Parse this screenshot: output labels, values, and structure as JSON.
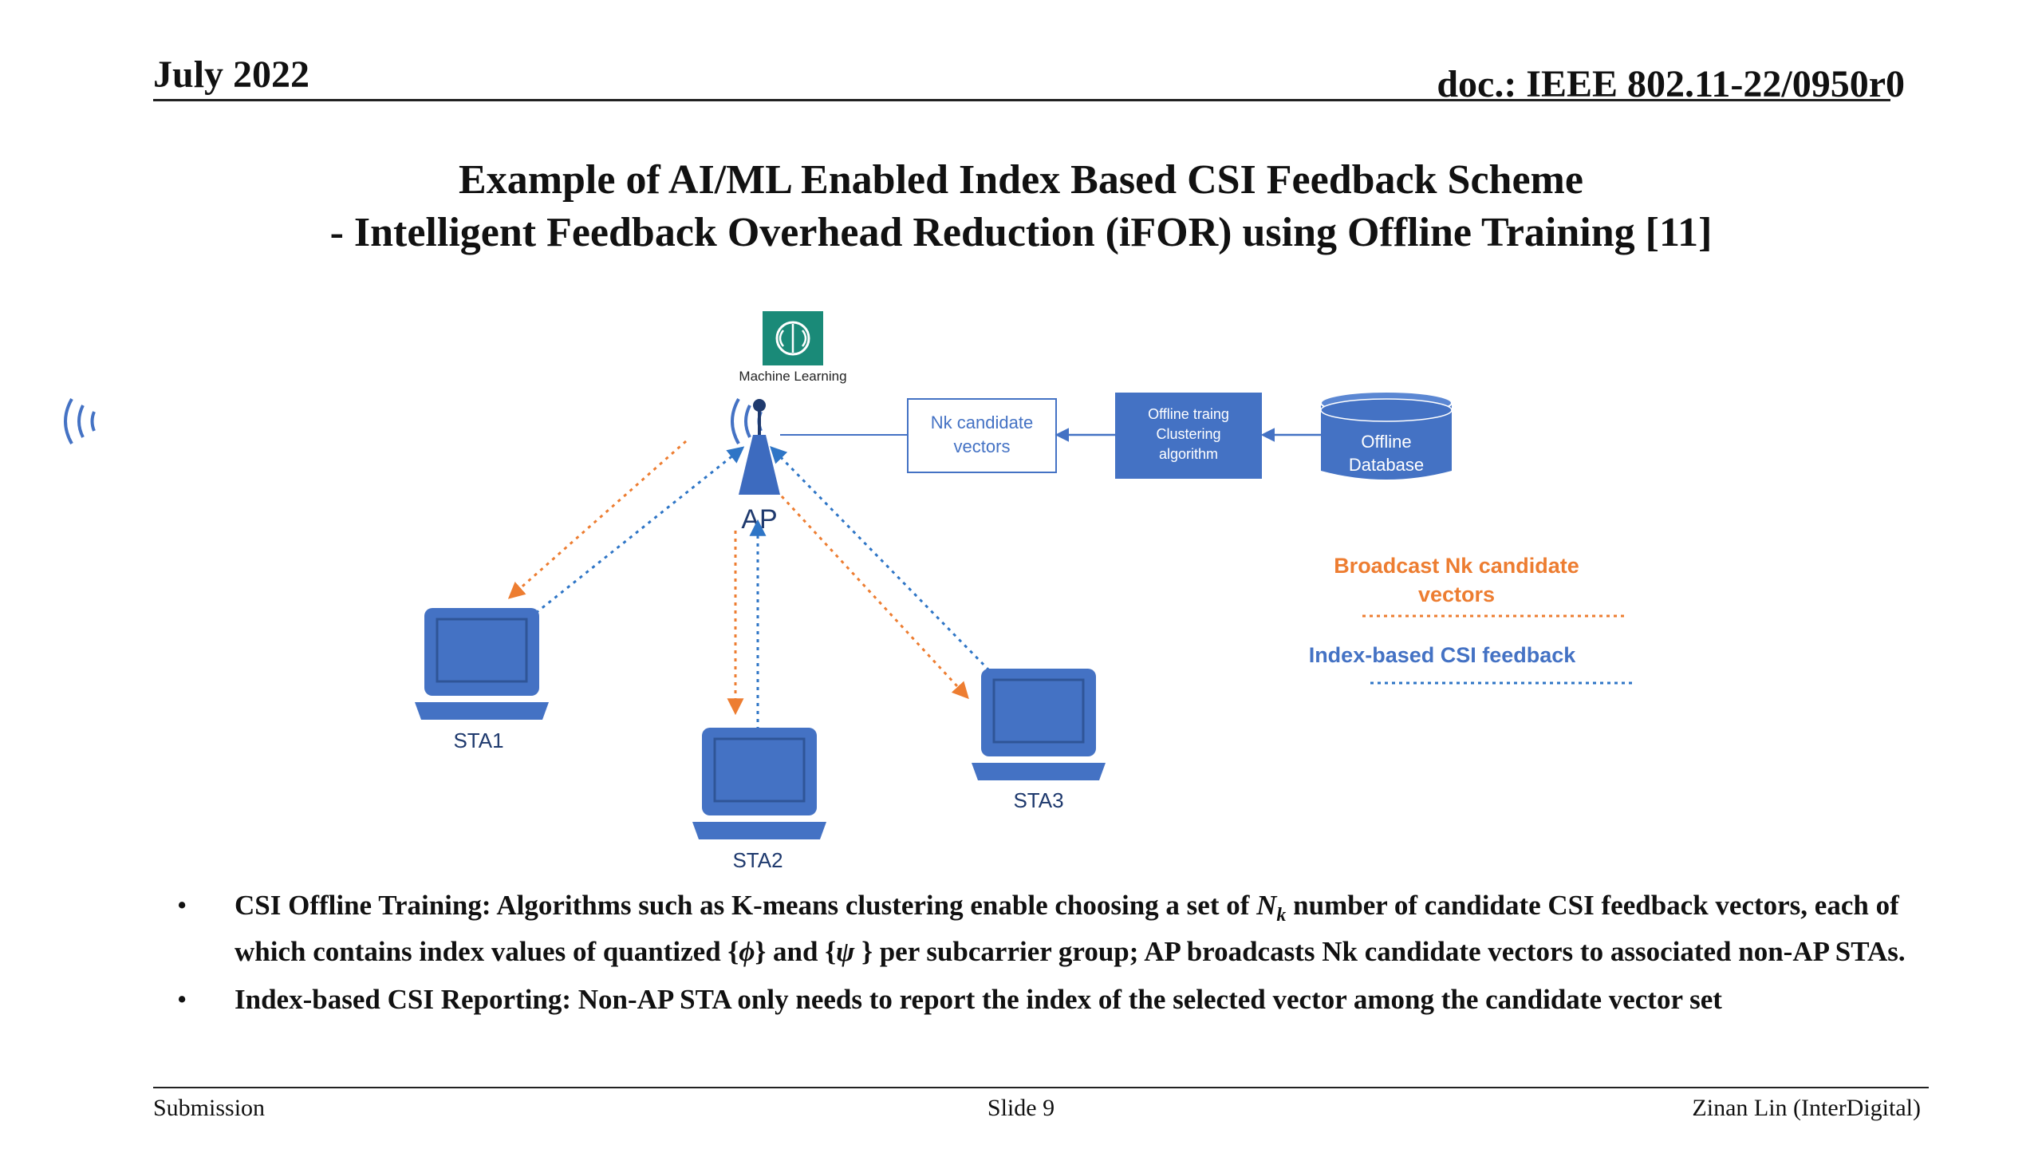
{
  "header": {
    "date": "July 2022",
    "doc_id": "doc.: IEEE 802.11-22/0950r0"
  },
  "title": {
    "line1": "Example of AI/ML Enabled Index Based CSI Feedback Scheme",
    "line2": "- Intelligent Feedback Overhead Reduction (iFOR)  using Offline Training [11]"
  },
  "diagram": {
    "ml_label": "Machine Learning",
    "ap_label": "AP",
    "candidate_box": [
      "Nk candidate",
      "vectors"
    ],
    "training_box": [
      "Offline traing",
      "Clustering",
      "algorithm"
    ],
    "database": [
      "Offline",
      "Database"
    ],
    "stations": [
      "STA1",
      "STA2",
      "STA3"
    ],
    "legend": {
      "broadcast": [
        "Broadcast Nk candidate",
        "vectors"
      ],
      "feedback": "Index-based CSI feedback"
    },
    "colors": {
      "blue": "#4472c4",
      "orange": "#ed7d31",
      "ml_green": "#1a8a78"
    },
    "icons": [
      "brain-icon",
      "antenna-icon",
      "laptop-icon",
      "database-icon"
    ]
  },
  "bullets": [
    {
      "text_before": "CSI Offline Training: Algorithms such as K-means clustering enable choosing a set of ",
      "math_n": "N",
      "math_k": "k",
      "text_mid1": " number of candidate CSI feedback vectors, each of which contains index values of quantized {",
      "phi": "ϕ",
      "text_mid2": "} and {",
      "psi": "ψ",
      "text_after": " } per subcarrier group; AP broadcasts Nk candidate vectors to associated non-AP STAs."
    },
    {
      "text": "Index-based CSI Reporting: Non-AP STA only needs to report the index of the selected vector among the candidate vector set"
    }
  ],
  "bullet_glyph": "•",
  "footer": {
    "left": "Submission",
    "center": "Slide 9",
    "right": "Zinan Lin (InterDigital)"
  }
}
